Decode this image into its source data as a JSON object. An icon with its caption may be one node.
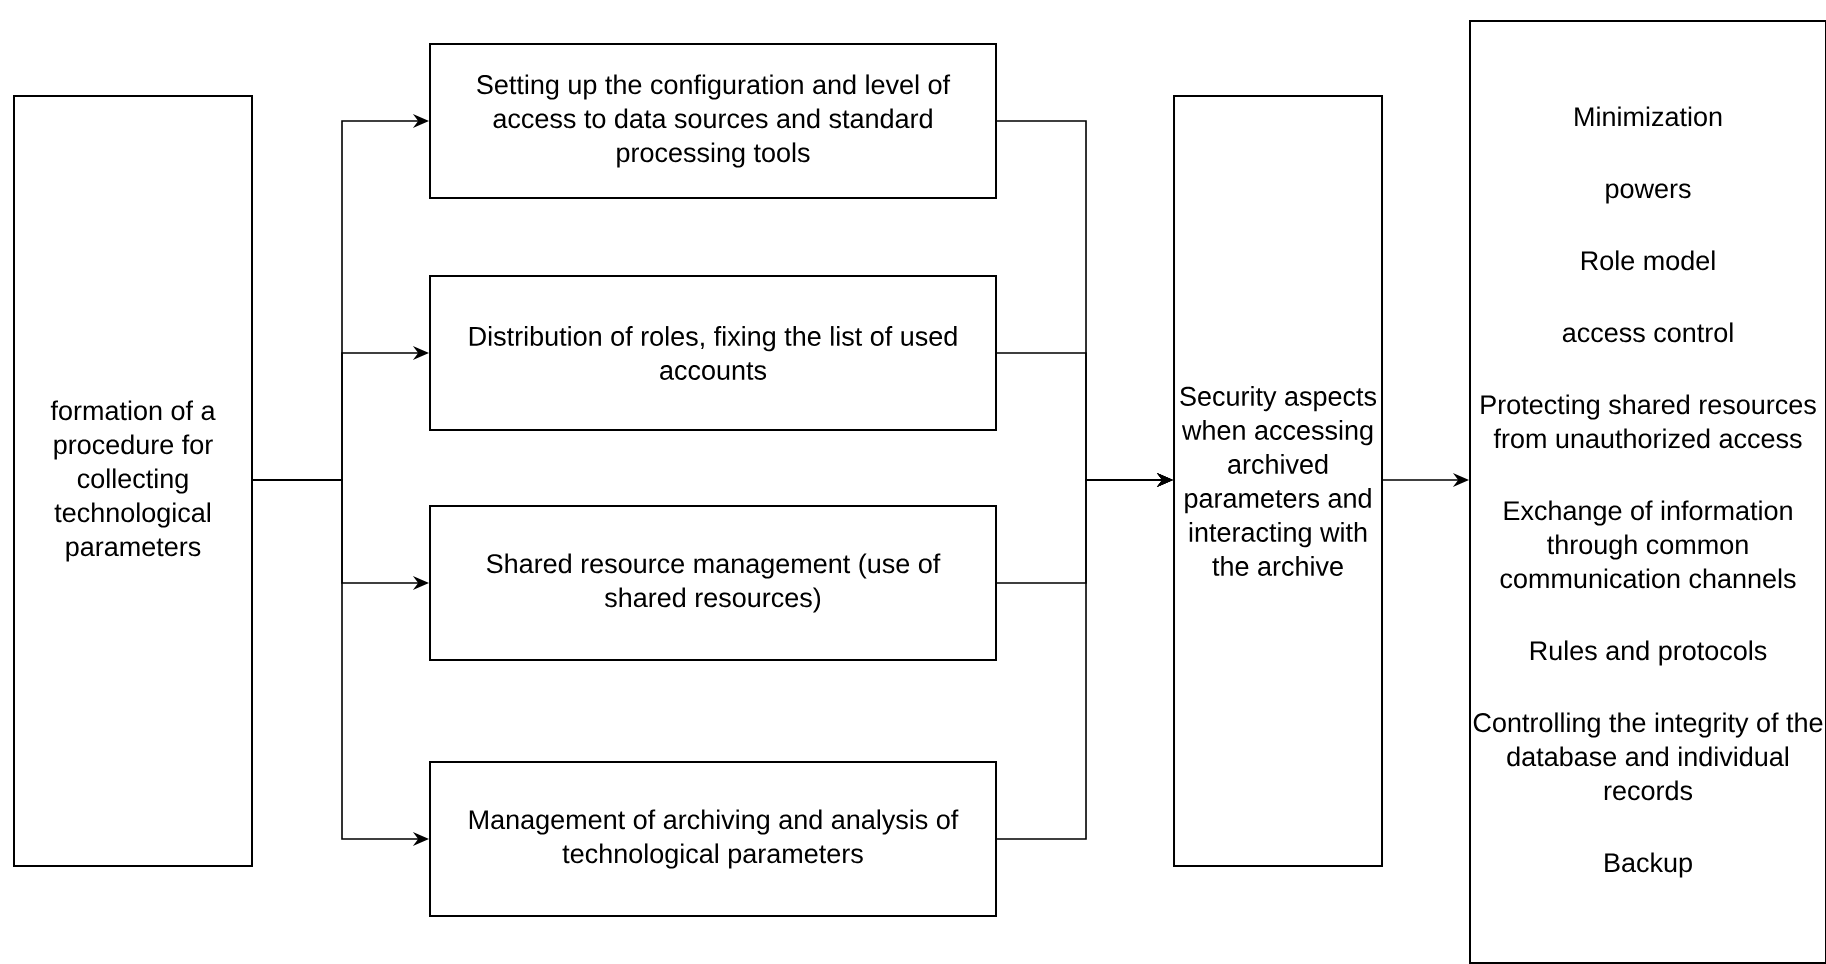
{
  "diagram": {
    "nodes": [
      {
        "text": [
          "formation of a procedure for collecting technological parameters"
        ]
      },
      {
        "text": [
          "Setting up the configuration and level of access to data sources and standard processing tools"
        ]
      },
      {
        "text": [
          "Distribution of roles, fixing the list of used accounts"
        ]
      },
      {
        "text": [
          "Shared resource management (use of shared resources)"
        ]
      },
      {
        "text": [
          "Management of archiving and analysis of technological parameters"
        ]
      },
      {
        "text": [
          "Security aspects when accessing archived parameters and interacting with the archive"
        ]
      },
      {
        "text": [
          "Minimization",
          "powers",
          "Role model",
          "access control",
          "Protecting shared resources from unauthorized access",
          "Exchange of information through common communication channels",
          "Rules and protocols",
          "Controlling the integrity of the database and individual records",
          "Backup"
        ]
      }
    ],
    "edges": [
      {
        "from": 0,
        "to": 1,
        "arrow": "to"
      },
      {
        "from": 0,
        "to": 2,
        "arrow": "to"
      },
      {
        "from": 0,
        "to": 3,
        "arrow": "to"
      },
      {
        "from": 0,
        "to": 4,
        "arrow": "to"
      },
      {
        "from": 1,
        "to": 5,
        "arrow": "to"
      },
      {
        "from": 2,
        "to": 5,
        "arrow": "to"
      },
      {
        "from": 3,
        "to": 5,
        "arrow": "to"
      },
      {
        "from": 4,
        "to": 5,
        "arrow": "to"
      },
      {
        "from": 5,
        "to": 6,
        "arrow": "to"
      }
    ]
  }
}
